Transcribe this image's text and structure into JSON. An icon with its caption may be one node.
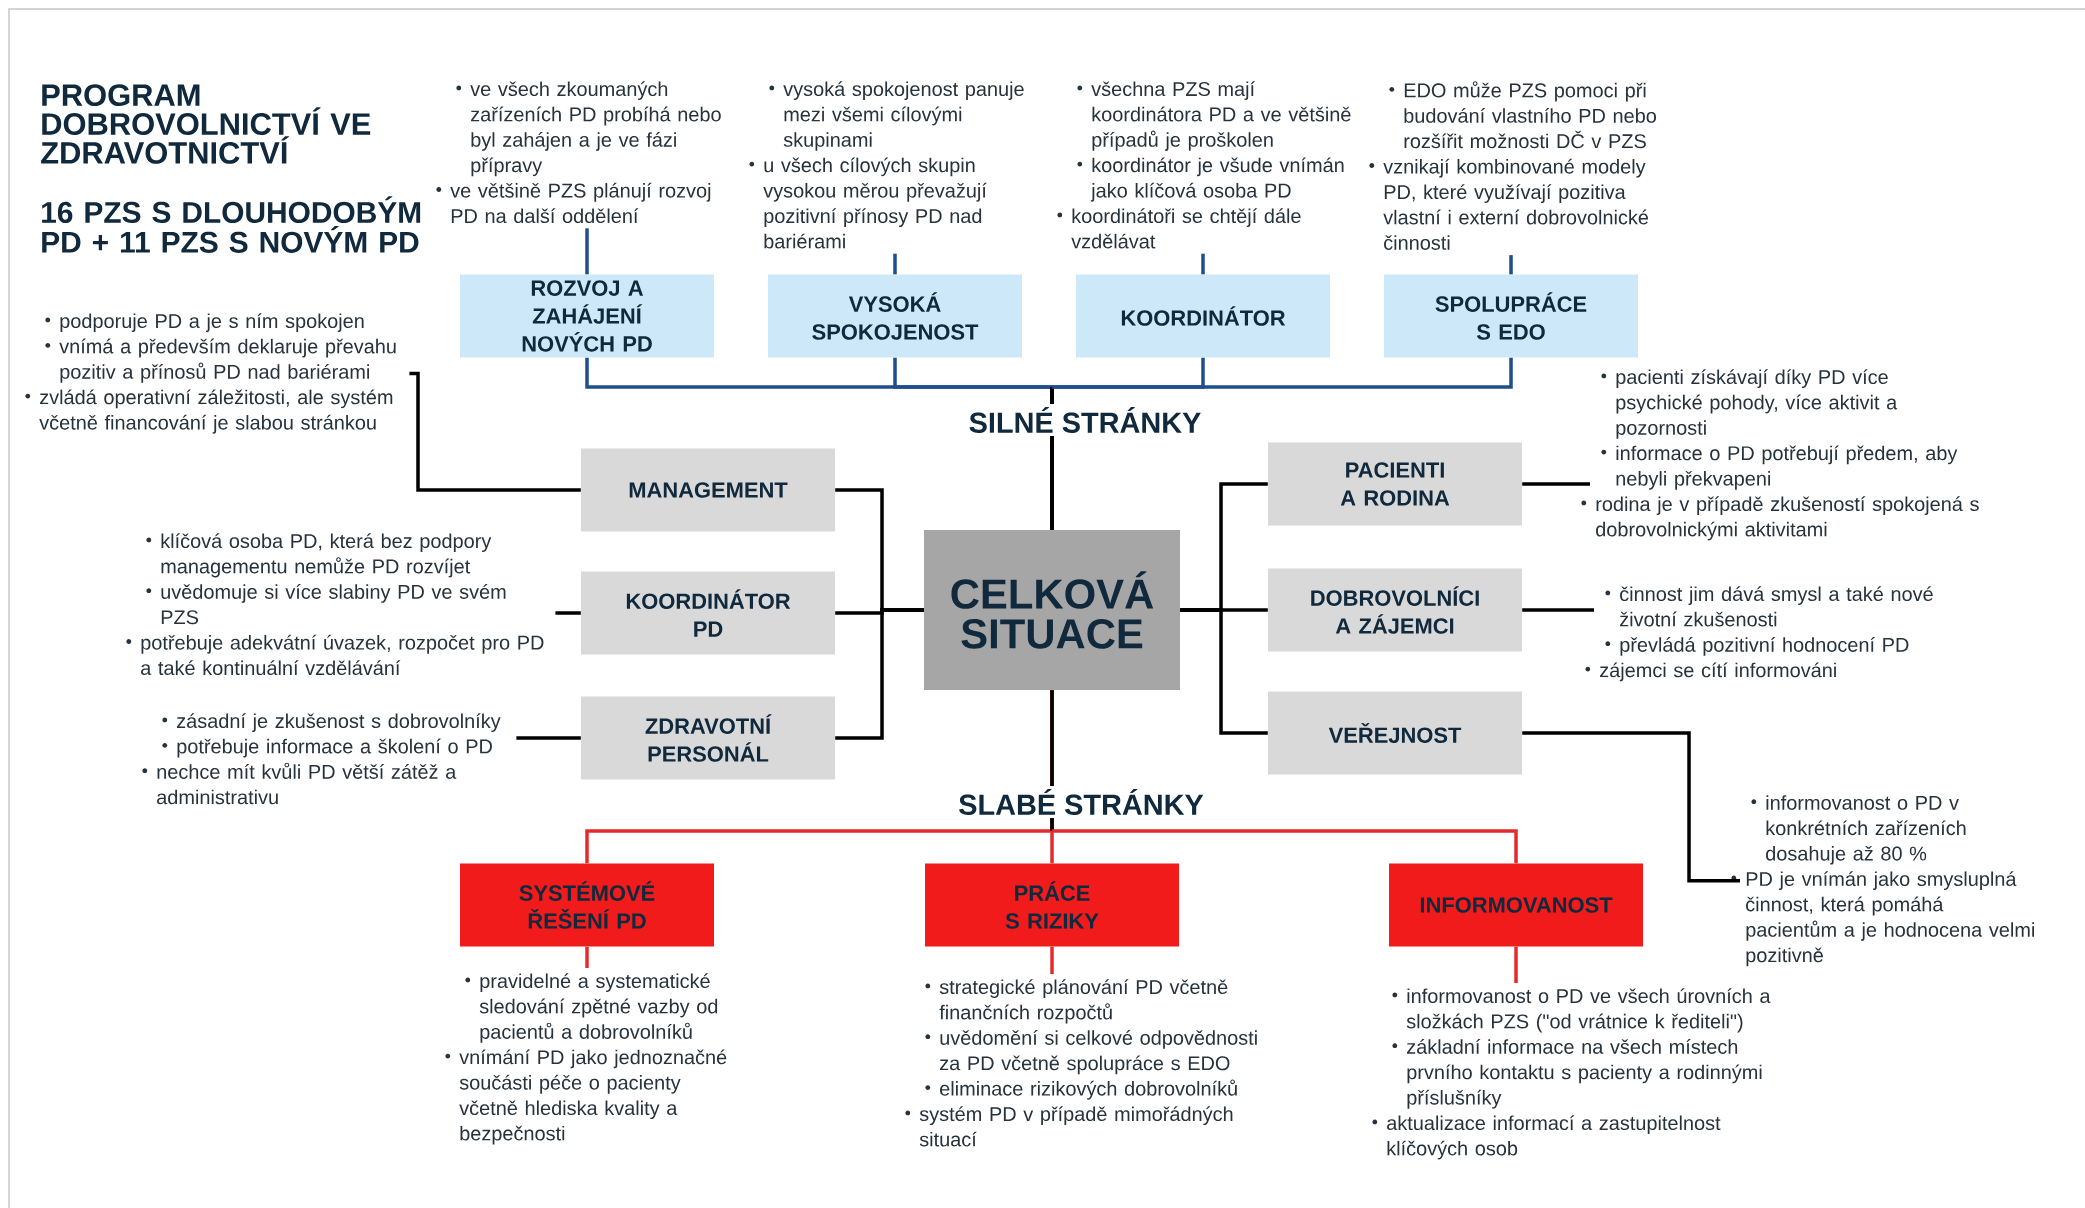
{
  "diagram": {
    "title": "PROGRAM DOBROVOLNICTVÍ VE ZDRAVOTNICTVÍ",
    "nodes": [
      {
        "text": [
          "CELKOVÁ SITUACE"
        ]
      },
      {
        "text": [
          "ROZVOJ A ZAHÁJENÍ NOVÝCH PD"
        ]
      },
      {
        "text": [
          "VYSOKÁ SPOKOJENOST"
        ]
      },
      {
        "text": [
          "KOORDINÁTOR"
        ]
      },
      {
        "text": [
          "SPOLUPRÁCE S EDO"
        ]
      },
      {
        "text": [
          "ve všech zkoumaných zařízeních PD probíhá nebo byl zahájen a je ve fázi přípravy",
          "ve většině PZS plánují rozvoj PD na další oddělení"
        ]
      },
      {
        "text": [
          "vysoká spokojenost panuje mezi všemi cílovými skupinami",
          "u všech cílových skupin vysokou měrou převažují pozitivní přínosy PD nad bariérami"
        ]
      },
      {
        "text": [
          "všechna PZS mají koordinátora PD a ve většině případů je proškolen",
          "koordinátor je všude vnímán jako klíčová osoba PD",
          "koordinátoři se chtějí dále vzdělávat"
        ]
      },
      {
        "text": [
          "EDO může PZS pomoci při budování vlastního PD nebo rozšířit možnosti DČ v PZS",
          "vznikají kombinované modely PD, které využívají pozitiva vlastní i externí dobrovolnické činnosti"
        ]
      },
      {
        "text": [
          "MANAGEMENT"
        ]
      },
      {
        "text": [
          "KOORDINÁTOR PD"
        ]
      },
      {
        "text": [
          "ZDRAVOTNÍ PERSONÁL"
        ]
      },
      {
        "text": [
          "podporuje PD a je s ním spokojen",
          "vnímá a především deklaruje převahu pozitiv a přínosů PD nad bariérami",
          "zvládá operativní záležitosti, ale systém včetně financování je slabou stránkou"
        ]
      },
      {
        "text": [
          "klíčová osoba PD, která bez podpory managementu nemůže PD rozvíjet",
          "uvědomuje si více slabiny PD ve svém PZS",
          "potřebuje adekvátní úvazek, rozpočet pro PD a také kontinuální vzdělávání"
        ]
      },
      {
        "text": [
          "zásadní je zkušenost s dobrovolníky",
          "potřebuje informace a školení o PD",
          "nechce mít kvůli PD větší zátěž a administrativu"
        ]
      },
      {
        "text": [
          "PACIENTI A RODINA"
        ]
      },
      {
        "text": [
          "DOBROVOLNÍCI A ZÁJEMCI"
        ]
      },
      {
        "text": [
          "VEŘEJNOST"
        ]
      },
      {
        "text": [
          "pacienti získávají díky PD více psychické pohody, více aktivit a pozornosti",
          "informace o PD potřebují předem, aby nebyli překvapeni",
          "rodina je v případě zkušeností spokojená s dobrovolnickými aktivitami"
        ]
      },
      {
        "text": [
          "činnost jim dává smysl a také nové životní zkušenosti",
          "převládá pozitivní hodnocení PD",
          "zájemci se cítí informováni"
        ]
      },
      {
        "text": [
          "informovanost o PD v konkrétních zařízeních dosahuje až 80 %",
          "PD je vnímán jako smysluplná činnost, která pomáhá pacientům a je hodnocena velmi pozitivně"
        ]
      },
      {
        "text": [
          "SYSTÉMOVÉ ŘEŠENÍ PD"
        ]
      },
      {
        "text": [
          "PRÁCE S RIZIKY"
        ]
      },
      {
        "text": [
          "INFORMOVANOST"
        ]
      },
      {
        "text": [
          "pravidelné a systematické sledování zpětné vazby od pacientů a dobrovolníků",
          "vnímání PD jako jednoznačné součásti péče o pacienty včetně hlediska kvality a bezpečnosti"
        ]
      },
      {
        "text": [
          "strategické plánování PD včetně finančních rozpočtů",
          "uvědomění si celkové odpovědnosti za PD včetně spolupráce s EDO",
          "eliminace rizikových dobrovolníků",
          "systém PD v případě mimořádných situací"
        ]
      },
      {
        "text": [
          "informovanost o PD ve všech úrovních a složkách PZS (\"od vrátnice k řediteli\")",
          "základní informace na všech místech prvního kontaktu s pacienty a rodinnými příslušníky",
          "aktualizace informací a zastupitelnost klíčových osob"
        ]
      }
    ],
    "edges": [
      {
        "from": 0,
        "to": 1,
        "arrow": "none",
        "color": "#1f4e8c"
      },
      {
        "from": 0,
        "to": 2,
        "arrow": "none",
        "color": "#1f4e8c"
      },
      {
        "from": 0,
        "to": 3,
        "arrow": "none",
        "color": "#1f4e8c"
      },
      {
        "from": 0,
        "to": 4,
        "arrow": "none",
        "color": "#1f4e8c"
      },
      {
        "from": 1,
        "to": 5,
        "arrow": "none",
        "color": "#1f4e8c"
      },
      {
        "from": 2,
        "to": 6,
        "arrow": "none",
        "color": "#1f4e8c"
      },
      {
        "from": 3,
        "to": 7,
        "arrow": "none",
        "color": "#1f4e8c"
      },
      {
        "from": 4,
        "to": 8,
        "arrow": "none",
        "color": "#1f4e8c"
      },
      {
        "from": 0,
        "to": 9,
        "arrow": "none"
      },
      {
        "from": 0,
        "to": 10,
        "arrow": "none"
      },
      {
        "from": 0,
        "to": 11,
        "arrow": "none"
      },
      {
        "from": 9,
        "to": 12,
        "arrow": "none"
      },
      {
        "from": 10,
        "to": 13,
        "arrow": "none"
      },
      {
        "from": 11,
        "to": 14,
        "arrow": "none"
      },
      {
        "from": 0,
        "to": 15,
        "arrow": "none"
      },
      {
        "from": 0,
        "to": 16,
        "arrow": "none"
      },
      {
        "from": 0,
        "to": 17,
        "arrow": "none"
      },
      {
        "from": 15,
        "to": 18,
        "arrow": "none"
      },
      {
        "from": 16,
        "to": 19,
        "arrow": "none"
      },
      {
        "from": 17,
        "to": 20,
        "arrow": "none"
      },
      {
        "from": 0,
        "to": 21,
        "arrow": "none",
        "color": "#e32b2b"
      },
      {
        "from": 0,
        "to": 22,
        "arrow": "none",
        "color": "#e32b2b"
      },
      {
        "from": 0,
        "to": 23,
        "arrow": "none",
        "color": "#e32b2b"
      },
      {
        "from": 21,
        "to": 24,
        "arrow": "none",
        "color": "#e32b2b"
      },
      {
        "from": 22,
        "to": 25,
        "arrow": "none",
        "color": "#e32b2b"
      },
      {
        "from": 23,
        "to": 26,
        "arrow": "none",
        "color": "#e32b2b"
      }
    ],
    "labels": [
      "16 PZS S DLOUHODOBÝM PD + 11 PZS S NOVÝM PD",
      "SILNÉ STRÁNKY",
      "SLABÉ STRÁNKY"
    ]
  }
}
